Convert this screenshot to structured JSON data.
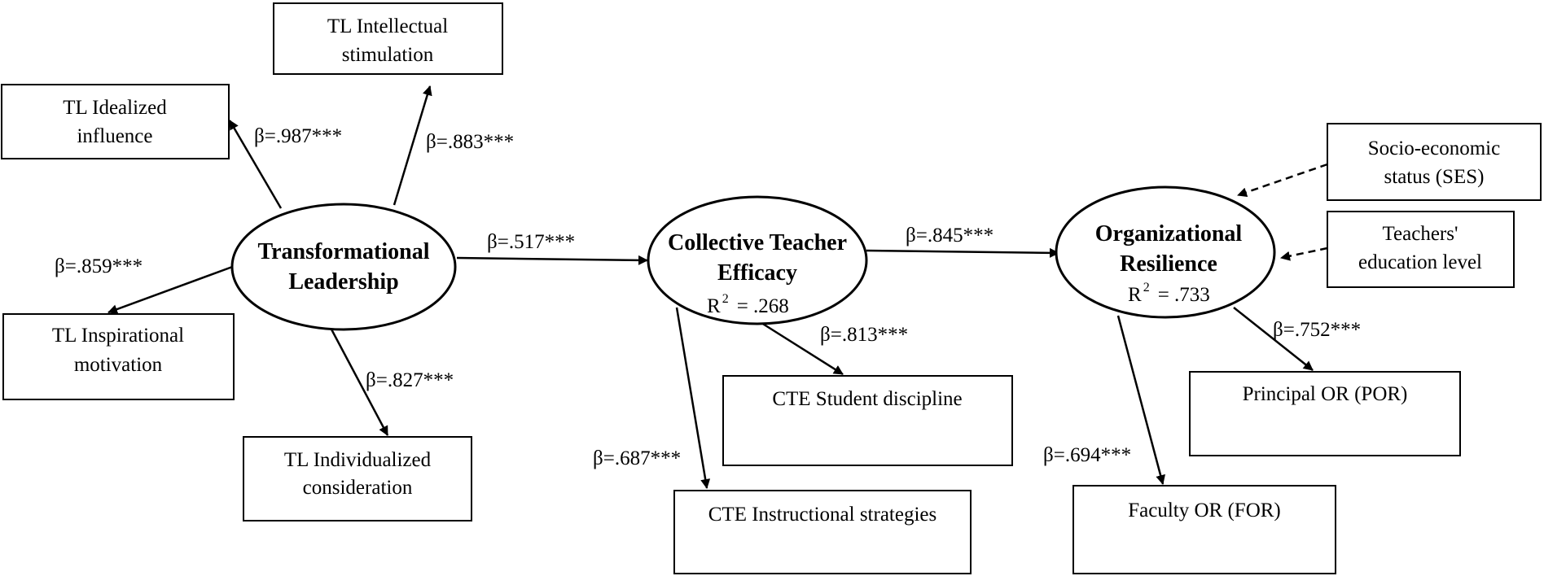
{
  "nodes": {
    "tl": {
      "line1": "Transformational",
      "line2": "Leadership"
    },
    "cte": {
      "line1": "Collective Teacher",
      "line2": "Efficacy",
      "r2_prefix": "R",
      "r2_sup": "2",
      "r2_value": "= .268"
    },
    "or": {
      "line1": "Organizational",
      "line2": "Resilience",
      "r2_prefix": "R",
      "r2_sup": "2",
      "r2_value": "= .733"
    }
  },
  "boxes": {
    "tl_intellectual": {
      "line1": "TL Intellectual",
      "line2": "stimulation"
    },
    "tl_idealized": {
      "line1": "TL Idealized",
      "line2": "influence"
    },
    "tl_inspirational": {
      "line1": "TL Inspirational",
      "line2": "motivation"
    },
    "tl_individualized": {
      "line1": "TL Individualized",
      "line2": "consideration"
    },
    "cte_discipline": {
      "line1": "CTE Student discipline"
    },
    "cte_instructional": {
      "line1": "CTE Instructional strategies"
    },
    "ses": {
      "line1": "Socio-economic",
      "line2": "status (SES)"
    },
    "edu": {
      "line1": "Teachers'",
      "line2": "education level"
    },
    "por": {
      "line1": "Principal OR (POR)"
    },
    "for": {
      "line1": "Faculty OR (FOR)"
    }
  },
  "paths": {
    "tl_idealized": "β=.987***",
    "tl_intellectual": "β=.883***",
    "tl_inspirational": "β=.859***",
    "tl_individualized": "β=.827***",
    "tl_cte": "β=.517***",
    "cte_or": "β=.845***",
    "cte_discipline": "β=.813***",
    "cte_instructional": "β=.687***",
    "or_por": "β=.752***",
    "or_for": "β=.694***"
  }
}
